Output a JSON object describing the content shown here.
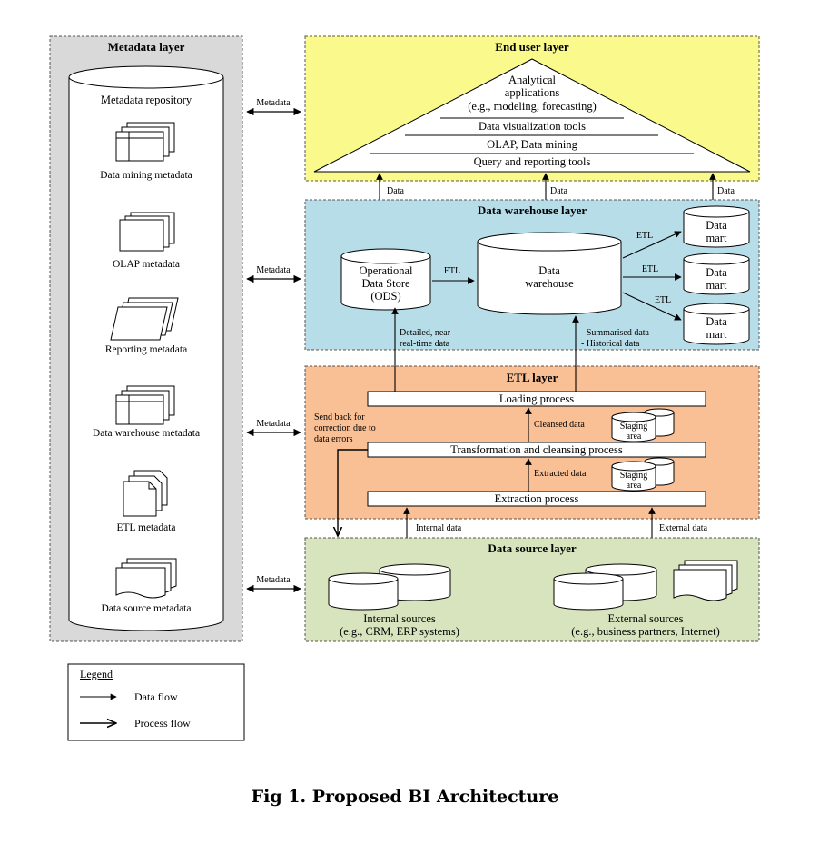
{
  "colors": {
    "metadata_bg": "#d9d9d9",
    "enduser_bg": "#fafa8c",
    "warehouse_bg": "#b7dde8",
    "etl_bg": "#f9bf95",
    "source_bg": "#d7e4bd"
  },
  "metadata_layer": {
    "title": "Metadata layer",
    "repository": "Metadata repository",
    "items": [
      {
        "label": "Data mining metadata",
        "icon": "stacked-tables-icon"
      },
      {
        "label": "OLAP metadata",
        "icon": "stacked-pages-icon"
      },
      {
        "label": "Reporting metadata",
        "icon": "stacked-reports-icon"
      },
      {
        "label": "Data warehouse metadata",
        "icon": "stacked-tables-icon"
      },
      {
        "label": "ETL metadata",
        "icon": "dog-eared-documents-icon"
      },
      {
        "label": "Data source metadata",
        "icon": "stacked-documents-icon"
      }
    ],
    "link_labels": [
      "Metadata",
      "Metadata",
      "Metadata",
      "Metadata"
    ]
  },
  "end_user_layer": {
    "title": "End user layer",
    "tiers": [
      {
        "lines": [
          "Analytical",
          "applications",
          "(e.g., modeling, forecasting)"
        ]
      },
      {
        "lines": [
          "Data visualization tools"
        ]
      },
      {
        "lines": [
          "OLAP, Data mining"
        ]
      },
      {
        "lines": [
          "Query and reporting tools"
        ]
      }
    ],
    "data_labels": [
      "Data",
      "Data",
      "Data"
    ]
  },
  "warehouse_layer": {
    "title": "Data warehouse layer",
    "ods": [
      "Operational",
      "Data Store",
      "(ODS)"
    ],
    "dw": [
      "Data",
      "warehouse"
    ],
    "mart": [
      "Data",
      "mart"
    ],
    "etl": "ETL",
    "detailed": [
      "Detailed, near",
      "real-time data"
    ],
    "summarised": [
      "- Summarised data",
      "- Historical data"
    ]
  },
  "etl_layer": {
    "title": "ETL layer",
    "loading": "Loading process",
    "transformation": "Transformation and cleansing process",
    "extraction": "Extraction process",
    "cleansed": "Cleansed data",
    "extracted": "Extracted data",
    "staging": [
      "Staging",
      "area"
    ],
    "send_back": [
      "Send back for",
      "correction due to",
      "data errors"
    ]
  },
  "source_layer": {
    "title": "Data source layer",
    "internal_data": "Internal data",
    "external_data": "External data",
    "internal": [
      "Internal sources",
      "(e.g., CRM, ERP systems)"
    ],
    "external": [
      "External sources",
      "(e.g., business partners, Internet)"
    ]
  },
  "legend": {
    "title": "Legend",
    "data_flow": "Data flow",
    "process_flow": "Process flow"
  },
  "caption": "Fig 1. Proposed BI Architecture"
}
